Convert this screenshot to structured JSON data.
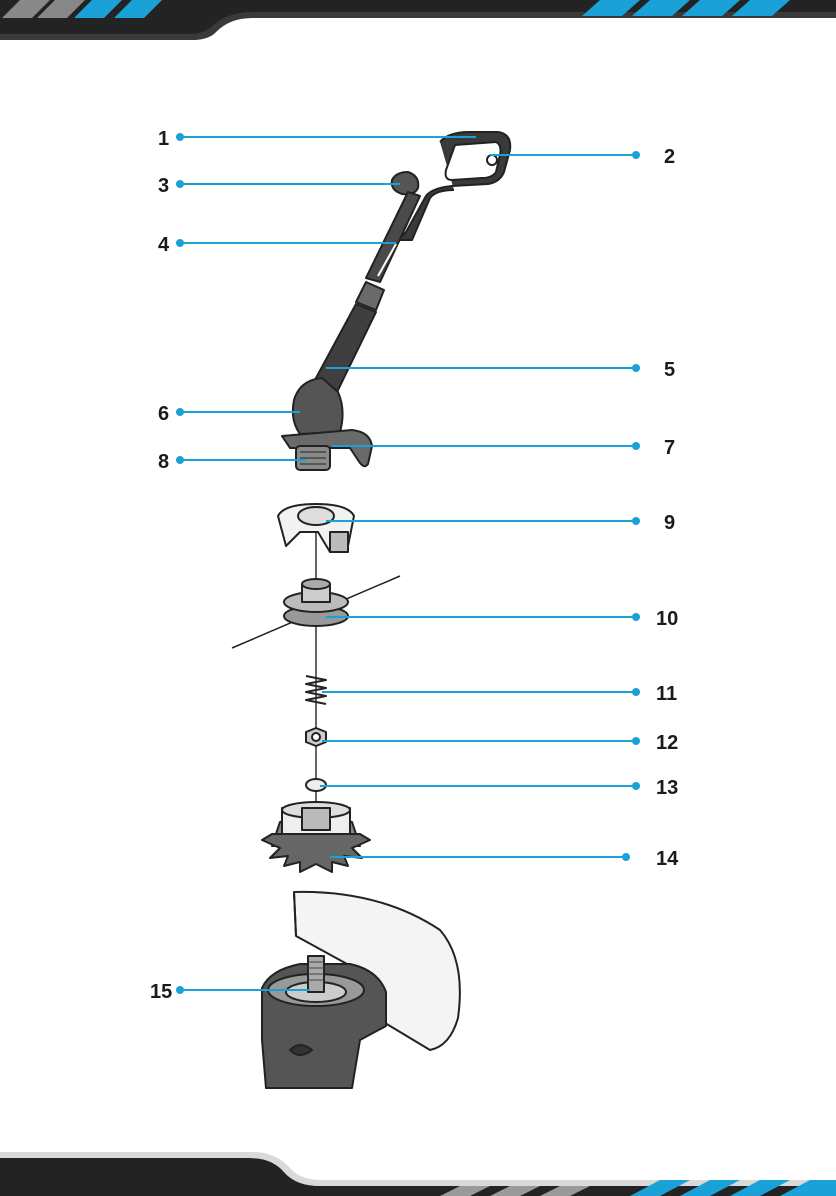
{
  "accent_color": "#1aa1d8",
  "header_color": "#232323",
  "parts": [
    {
      "number": "1"
    },
    {
      "number": "2"
    },
    {
      "number": "3"
    },
    {
      "number": "4"
    },
    {
      "number": "5"
    },
    {
      "number": "6"
    },
    {
      "number": "7"
    },
    {
      "number": "8"
    },
    {
      "number": "9"
    },
    {
      "number": "10"
    },
    {
      "number": "11"
    },
    {
      "number": "12"
    },
    {
      "number": "13"
    },
    {
      "number": "14"
    },
    {
      "number": "15"
    }
  ]
}
